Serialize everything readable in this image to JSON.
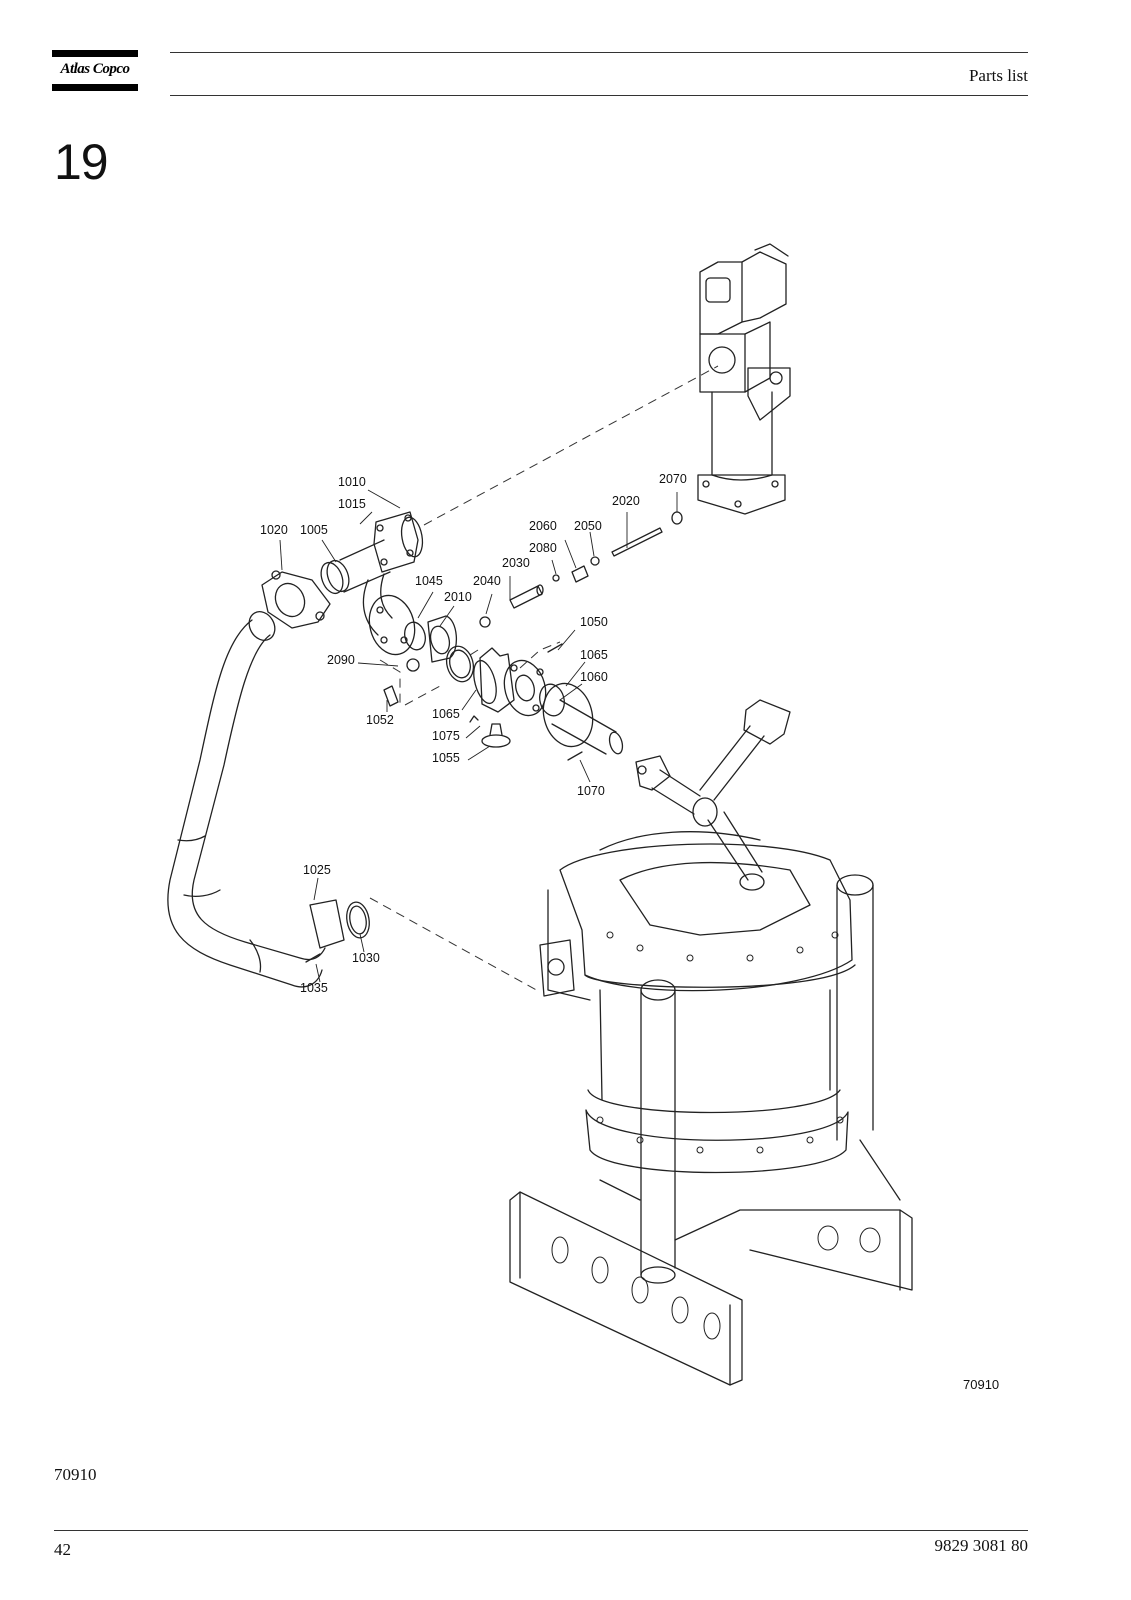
{
  "header": {
    "brand": "Atlas Copco",
    "title": "Parts list"
  },
  "section_number": "19",
  "figure": {
    "code": "70910",
    "callouts": [
      "1010",
      "1015",
      "1020",
      "1005",
      "1045",
      "2010",
      "2040",
      "2030",
      "2080",
      "2060",
      "2050",
      "2020",
      "2070",
      "2090",
      "1052",
      "1050",
      "1065",
      "1060",
      "1065",
      "1075",
      "1055",
      "1070",
      "1025",
      "1030",
      "1035"
    ]
  },
  "figure_reference": "70910",
  "footer": {
    "page_number": "42",
    "document_number": "9829 3081 80"
  }
}
